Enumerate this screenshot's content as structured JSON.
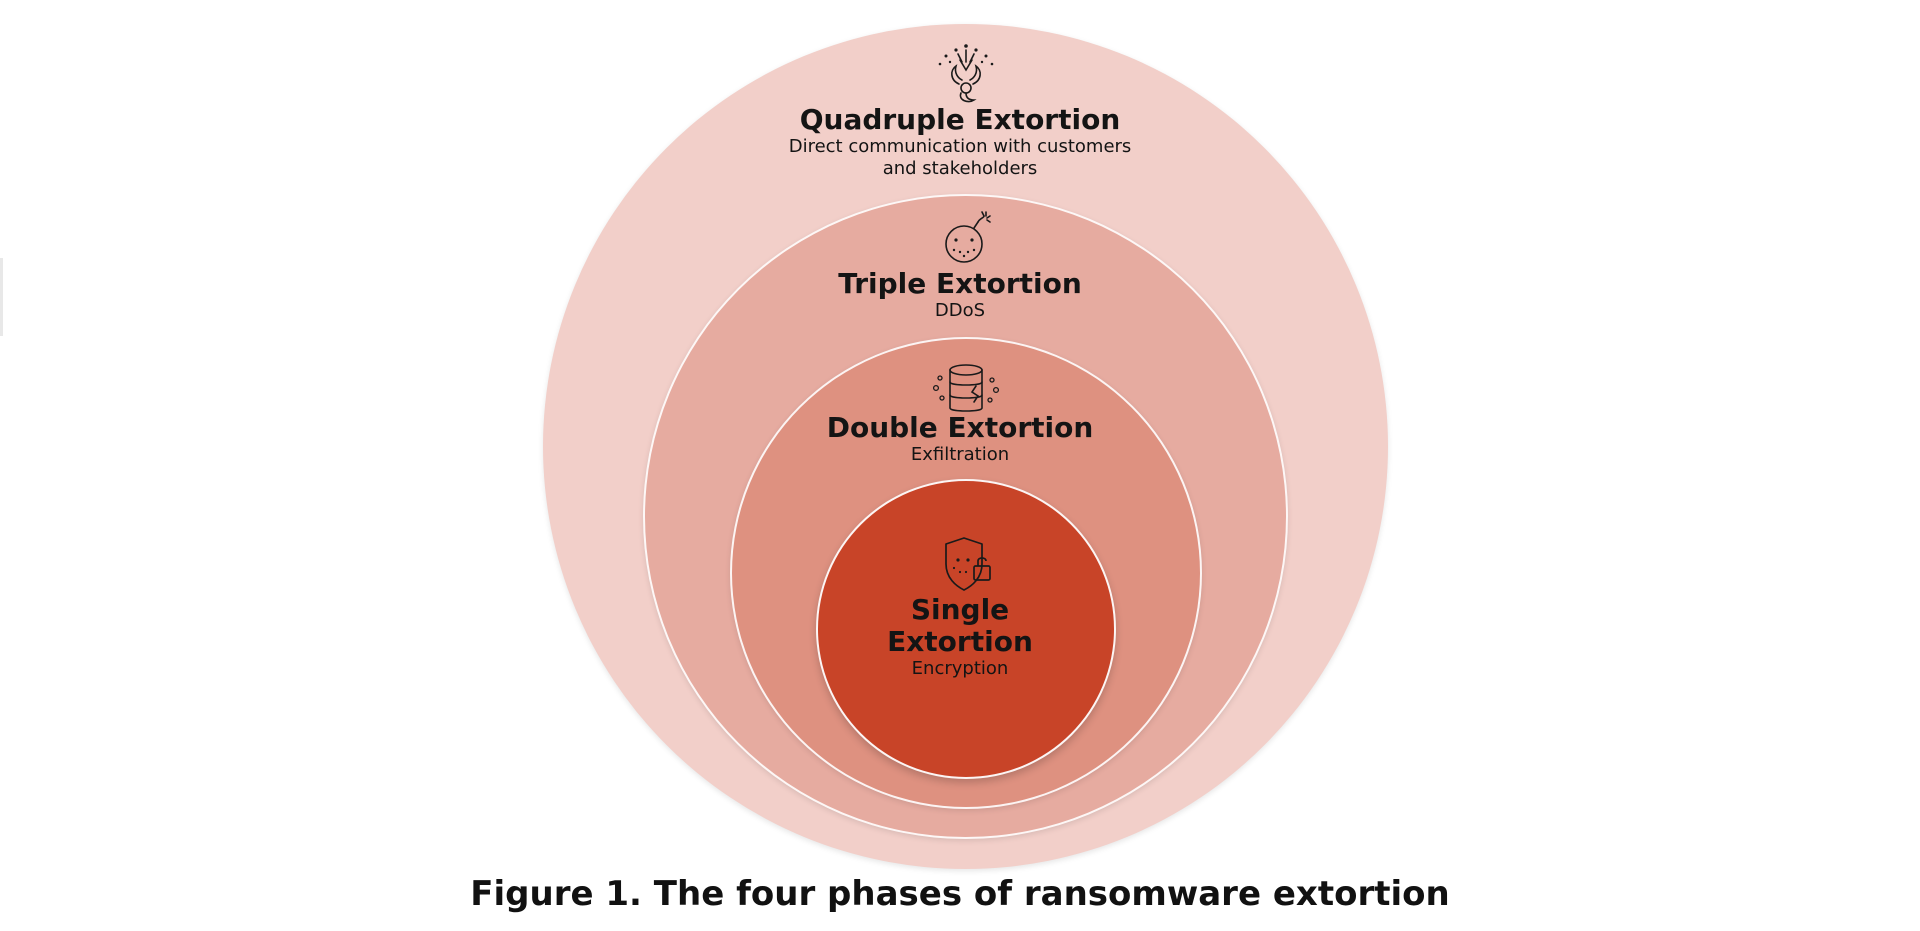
{
  "colors": {
    "quadruple_fill": "#F2CFC9",
    "triple_fill": "#E6ABA0",
    "double_fill": "#DE9180",
    "single_fill": "#C84428",
    "text": "#141414",
    "icon_stroke": "#1a1a1a"
  },
  "phases": [
    {
      "id": "quadruple",
      "title": "Quadruple Extortion",
      "subtitle_line1": "Direct communication with customers",
      "subtitle_line2": "and stakeholders",
      "icon": "biohazard-icon"
    },
    {
      "id": "triple",
      "title": "Triple Extortion",
      "subtitle": "DDoS",
      "icon": "bomb-icon"
    },
    {
      "id": "double",
      "title": "Double Extortion",
      "subtitle": "Exfiltration",
      "icon": "database-icon"
    },
    {
      "id": "single",
      "title_line1": "Single",
      "title_line2": "Extortion",
      "subtitle": "Encryption",
      "icon": "shield-lock-icon"
    }
  ],
  "caption": "Figure 1. The four phases of ransomware extortion"
}
